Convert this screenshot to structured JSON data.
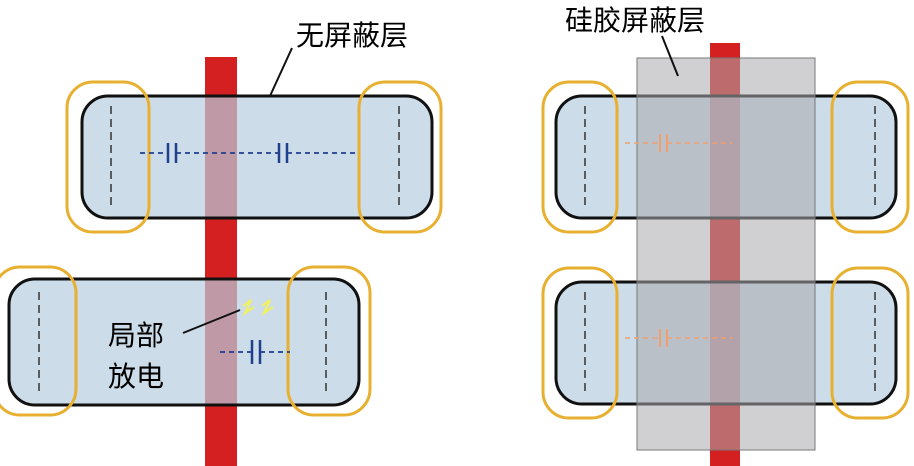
{
  "labels": {
    "no_shield": "无屏蔽层",
    "silicone_shield": "硅胶屏蔽层",
    "partial_discharge_line1": "局部",
    "partial_discharge_line2": "放电"
  },
  "colors": {
    "conductor": "#d42020",
    "insulation_fill": "#b7cde0",
    "insulation_stroke": "#111111",
    "end_ring": "#e8b030",
    "silicone_layer": "#a9a9ad",
    "capacitor_blue": "#1f3f8f",
    "capacitor_orange": "#f0a070",
    "spark": "#f0f060"
  }
}
